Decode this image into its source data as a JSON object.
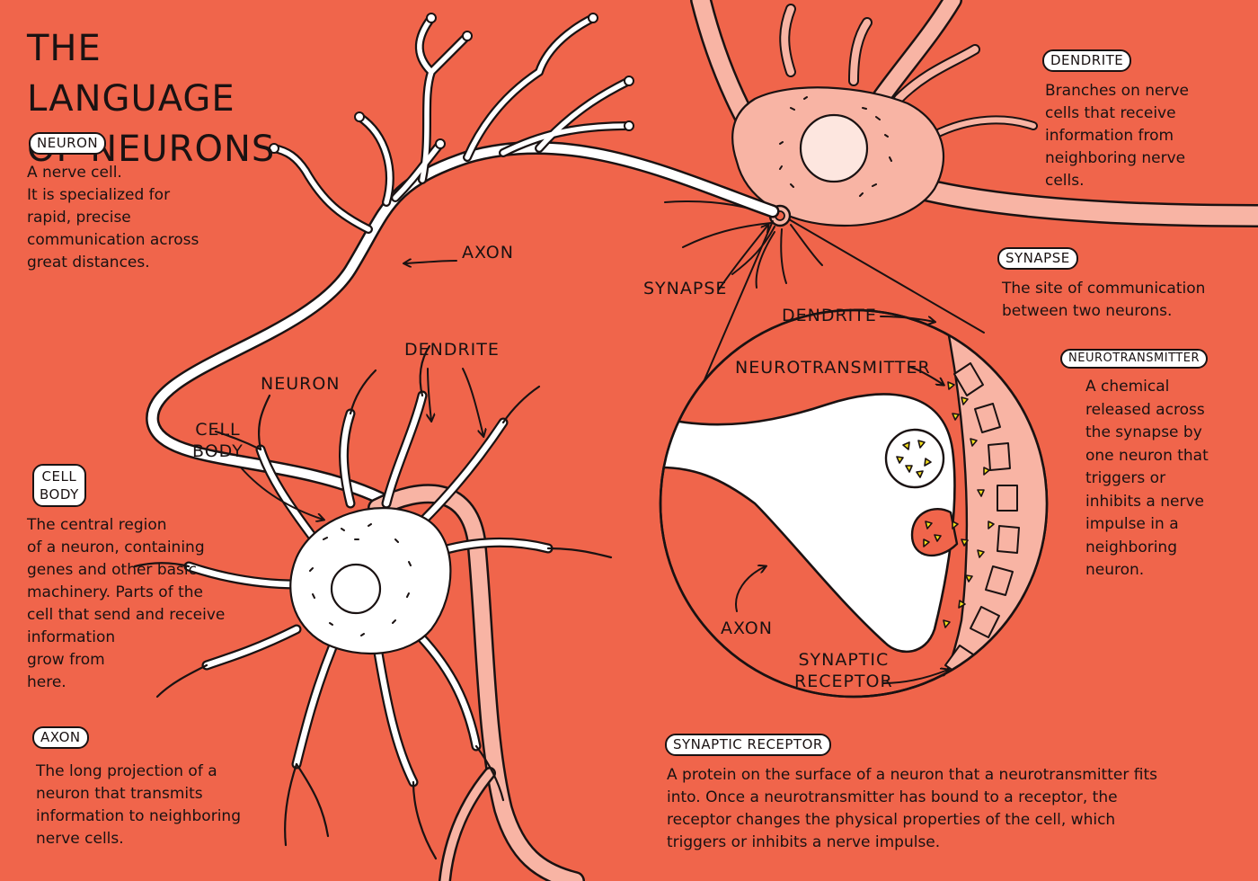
{
  "title_lines": [
    "THE LANGUAGE",
    "OF NEURONS"
  ],
  "colors": {
    "background": "#f0654b",
    "ink": "#1a1212",
    "neuron_white": "#ffffff",
    "dendrite_pink": "#f8b4a4",
    "neurotransmitter_yellow": "#f7e21a"
  },
  "glossary": {
    "neuron": {
      "tag": "NEURON",
      "definition": "A nerve cell.\nIt is specialized for\nrapid, precise\ncommunication across\ngreat distances."
    },
    "cell_body": {
      "tag_lines": [
        "CELL",
        "BODY"
      ],
      "definition": "The central region\nof a neuron, containing\ngenes and other basic\nmachinery. Parts of the\ncell that send and receive\ninformation\ngrow from\nhere."
    },
    "axon": {
      "tag": "AXON",
      "definition": "The long projection of a\nneuron that transmits\ninformation to neighboring\nnerve cells."
    },
    "dendrite": {
      "tag": "DENDRITE",
      "definition": "Branches on nerve\ncells that receive\ninformation from\nneighboring nerve\ncells."
    },
    "synapse": {
      "tag": "SYNAPSE",
      "definition": "The site of communication\nbetween two neurons."
    },
    "neurotransmitter": {
      "tag": "NEUROTRANSMITTER",
      "definition": "A chemical\nreleased across\nthe synapse by\none neuron that\ntriggers or\ninhibits a nerve\nimpulse in a\nneighboring\nneuron."
    },
    "synaptic_receptor": {
      "tag": "SYNAPTIC RECEPTOR",
      "definition": "A protein on the surface of a neuron that a neurotransmitter fits\ninto. Once a neurotransmitter has bound to a receptor, the\nreceptor changes the physical properties of the cell, which\ntriggers or inhibits a nerve impulse."
    }
  },
  "diagram_labels": {
    "axon": "AXON",
    "neuron": "NEURON",
    "dendrite": "DENDRITE",
    "cell_body_lines": [
      "CELL",
      "BODY"
    ],
    "synapse": "SYNAPSE",
    "inset_dendrite": "DENDRITE",
    "inset_neurotransmitter": "NEUROTRANSMITTER",
    "inset_axon": "AXON",
    "inset_synaptic_receptor_lines": [
      "SYNAPTIC",
      "RECEPTOR"
    ]
  }
}
